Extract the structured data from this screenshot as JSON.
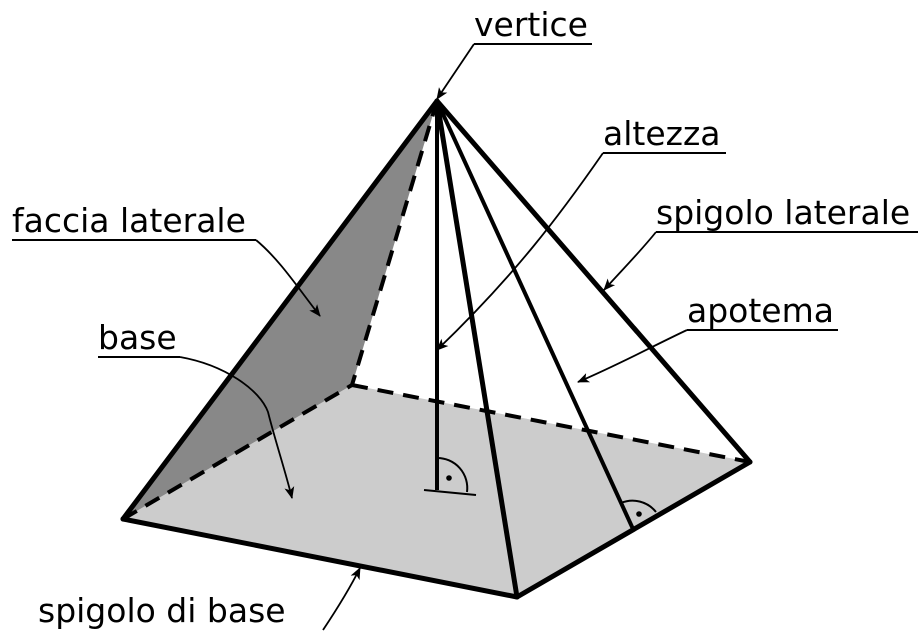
{
  "labels": {
    "vertex": "vertice",
    "height": "altezza",
    "lateral_face": "faccia laterale",
    "lateral_edge": "spigolo laterale",
    "apothem": "apotema",
    "base": "base",
    "base_edge": "spigolo di base"
  },
  "colors": {
    "base_fill": "#cccccc",
    "lateral_face_fill": "#888888",
    "stroke": "#000000",
    "background": "#ffffff"
  }
}
